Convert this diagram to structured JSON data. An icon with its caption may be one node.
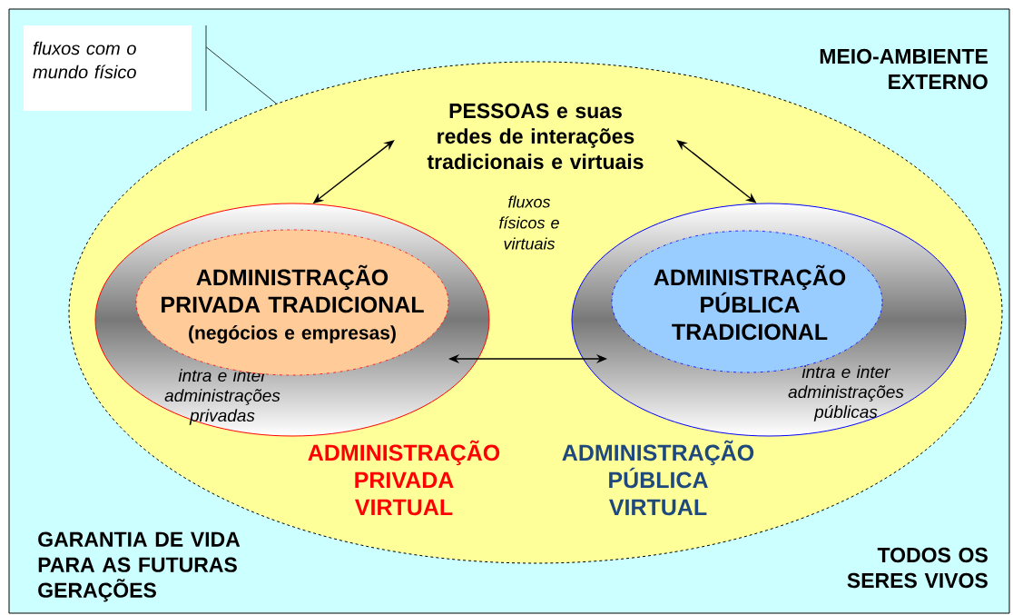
{
  "diagram": {
    "nodes": [
      {
        "text": [
          "MEIO-AMBIENTE EXTERNO",
          "GARANTIA DE VIDA PARA AS FUTURAS GERAÇÕES",
          "TODOS OS SERES VIVOS"
        ]
      },
      {
        "text": [
          "fluxos  com o mundo físico"
        ],
        "in": 0
      },
      {
        "text": [
          "fluxos físicos e virtuais"
        ],
        "in": 0
      },
      {
        "text": [
          "PESSOAS e suas redes de interações tradicionais e virtuais"
        ],
        "in": 2
      },
      {
        "text": [
          "intra e inter administrações privadas",
          "ADMINISTRAÇÃO PRIVADA VIRTUAL"
        ],
        "in": 2
      },
      {
        "text": [
          "ADMINISTRAÇÃO PRIVADA TRADICIONAL",
          "(negócios e empresas)"
        ],
        "in": 4
      },
      {
        "text": [
          "intra e inter administrações públicas",
          "ADMINISTRAÇÃO PÚBLICA VIRTUAL"
        ],
        "in": 2
      },
      {
        "text": [
          "ADMINISTRAÇÃO PÚBLICA TRADICIONAL"
        ],
        "in": 6
      }
    ],
    "edges": [
      {
        "from": 1,
        "to": 2,
        "arrow": "none"
      },
      {
        "from": 3,
        "to": 4,
        "arrow": "both"
      },
      {
        "from": 3,
        "to": 6,
        "arrow": "both"
      },
      {
        "from": 4,
        "to": 6,
        "arrow": "both"
      }
    ]
  }
}
